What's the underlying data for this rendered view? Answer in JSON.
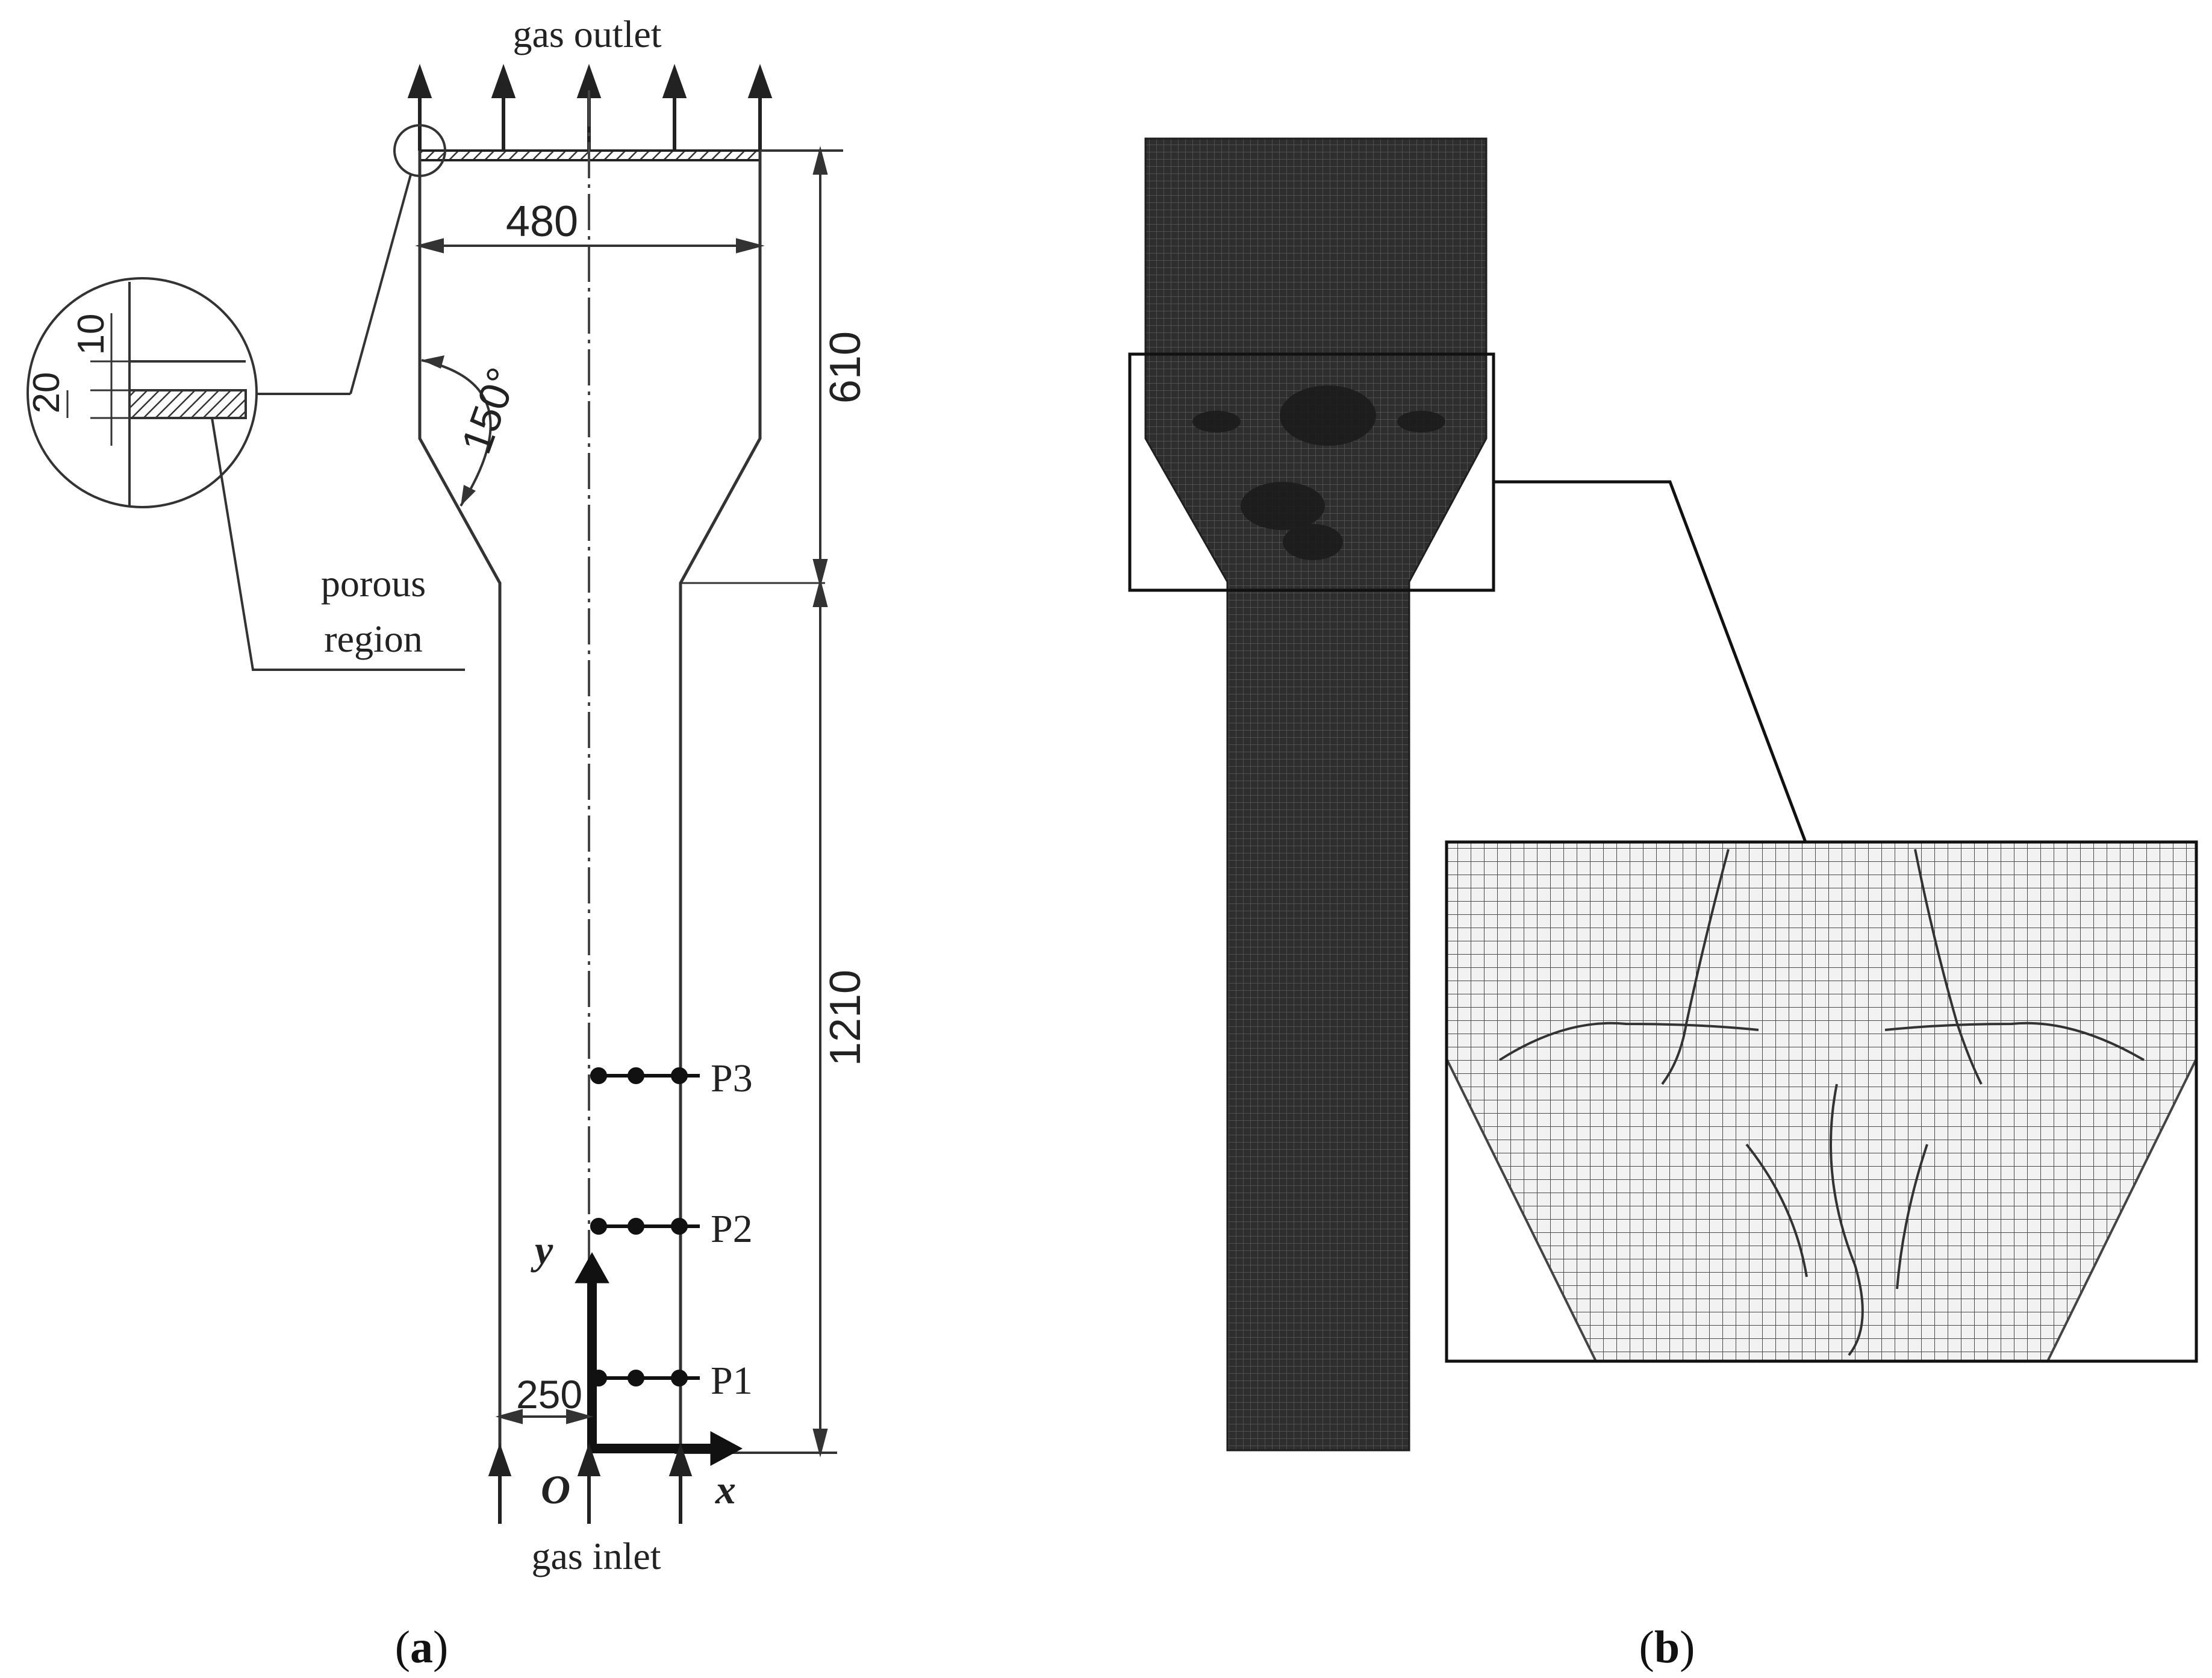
{
  "panel_a": {
    "gas_outlet_label": "gas outlet",
    "gas_inlet_label": "gas inlet",
    "porous_region_label_line1": "porous",
    "porous_region_label_line2": "region",
    "dim_width_top": "480",
    "dim_height_top": "610",
    "dim_height_riser": "1210",
    "dim_width_riser": "250",
    "dim_angle": "150°",
    "detail_dim_10": "10",
    "detail_dim_20": "20",
    "probe_p1": "P1",
    "probe_p2": "P2",
    "probe_p3": "P3",
    "axis_y": "y",
    "axis_x": "x",
    "origin": "O",
    "caption": "(a)",
    "caption_letter": "a"
  },
  "panel_b": {
    "caption": "(b)",
    "caption_letter": "b",
    "mesh_color": "#2e2e2e",
    "zoom_bg_color": "#f2f2f2",
    "zoom_grid_color": "#3a3a3a"
  }
}
